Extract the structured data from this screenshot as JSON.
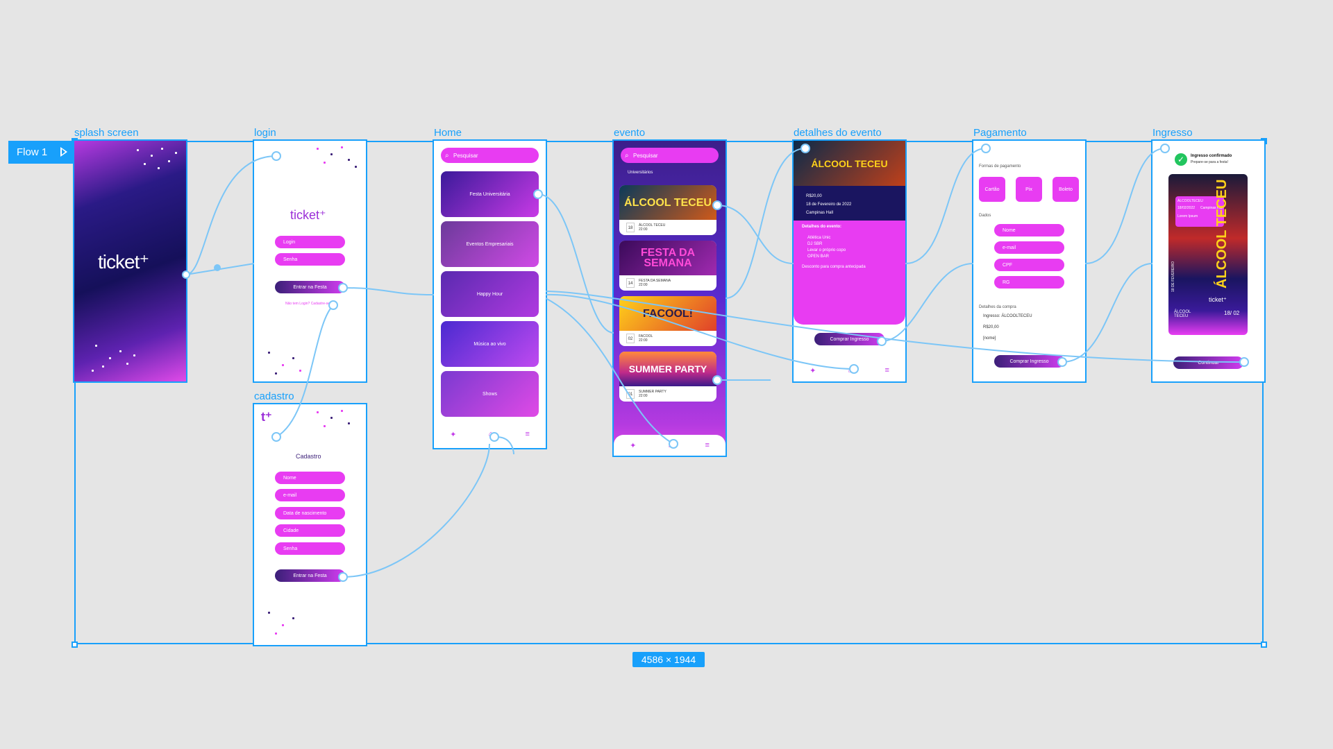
{
  "flow": {
    "label": "Flow 1"
  },
  "dimensions": "4586 × 1944",
  "frames": {
    "splash": {
      "title": "splash screen",
      "logo": "ticket⁺"
    },
    "login": {
      "title": "login",
      "logo": "ticket⁺",
      "login_placeholder": "Login",
      "password_placeholder": "Senha",
      "enter_button": "Entrar na Festa",
      "register_link": "Não tem Login? Cadastre-se"
    },
    "cadastro": {
      "title": "cadastro",
      "logo": "t⁺",
      "heading": "Cadastro",
      "fields": [
        "Nome",
        "e-mail",
        "Data de nascimento",
        "Cidade",
        "Senha"
      ],
      "enter_button": "Entrar na Festa"
    },
    "home": {
      "title": "Home",
      "search_placeholder": "Pesquisar",
      "categories": [
        "Festa Universitária",
        "Eventos Empresariais",
        "Happy Hour",
        "Música ao vivo",
        "Shows"
      ]
    },
    "evento": {
      "title": "evento",
      "search_placeholder": "Pesquisar",
      "section": "Universitários",
      "events": [
        {
          "image_text": "ÁLCOOL TECEU",
          "day": "18",
          "name": "ÁLCOOL TECEU",
          "sub": "22:00"
        },
        {
          "image_text": "FESTA DA SEMANA",
          "day": "14",
          "name": "FESTA DA SEMANA",
          "sub": "22:00"
        },
        {
          "image_text": "FACOOL!",
          "day": "02",
          "name": "FACOOL",
          "sub": "22:00"
        },
        {
          "image_text": "SUMMER PARTY",
          "day": "01",
          "name": "SUMMER PARTY",
          "sub": "22:00"
        }
      ]
    },
    "detalhes": {
      "title": "detalhes do evento",
      "banner_text": "ÁLCOOL TECEU",
      "price": "R$20,00",
      "date": "18 de Fevereiro de 2022",
      "place": "Campinas Hall",
      "details_heading": "Detalhes do evento:",
      "details": [
        "Atlética Unic",
        "DJ SBR",
        "Levar o próprio copo",
        "OPEN BAR"
      ],
      "discount": "Desconto para compra antecipada",
      "buy_button": "Comprar Ingresso"
    },
    "pagamento": {
      "title": "Pagamento",
      "methods_label": "Formas de pagamento",
      "methods": [
        "Cartão",
        "Pix",
        "Boleto"
      ],
      "data_label": "Dados",
      "fields": [
        "Nome",
        "e-mail",
        "CPF",
        "RG"
      ],
      "purchase_label": "Detalhes da compra",
      "purchase_lines": [
        "Ingresso: ÁLCOOLTECEU",
        "R$20,00",
        "[nome]"
      ],
      "buy_button": "Comprar Ingresso"
    },
    "ingresso": {
      "title": "Ingresso",
      "confirm_title": "Ingresso confirmado",
      "confirm_sub": "Prepare-se para a festa!",
      "ticket_lines": [
        "ÁLCOOLTECEU",
        "18/02/2022",
        "Campinas Hall",
        "Lorem Ipsum"
      ],
      "poster_text": "ÁLCOOL TECEU",
      "side_text": "18 DE FEVEREIRO",
      "stub_logo": "ticket⁺",
      "stub_name": "ÁLCOOL TECEU",
      "stub_date": "18/ 02",
      "button": "Continuar"
    }
  },
  "colors": {
    "accent": "#18a0fb",
    "pink": "#e83cf2",
    "purple": "#3b1f78",
    "navy": "#1a1560"
  }
}
